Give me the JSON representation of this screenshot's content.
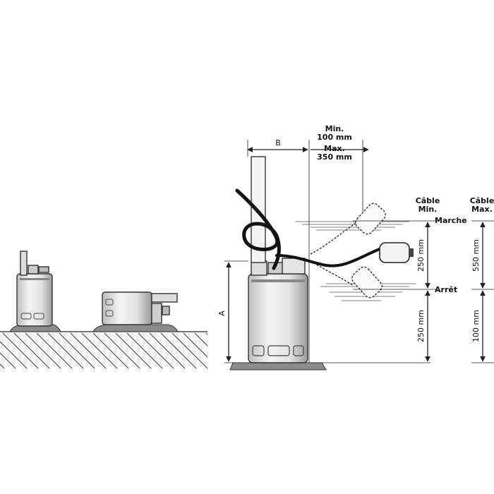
{
  "labels": {
    "min_max": [
      "Min.",
      "100 mm",
      "Max.",
      "350 mm"
    ],
    "b": "B",
    "a": "A",
    "cable_min": [
      "Câble",
      "Min."
    ],
    "cable_max": [
      "Câble",
      "Max."
    ],
    "marche": "Marche",
    "arret": "Arrêt",
    "dim_250_upper": "250 mm",
    "dim_250_lower": "250 mm",
    "dim_550": "550 mm",
    "dim_100": "100 mm"
  },
  "colors": {
    "ink": "#222222",
    "pump_fill": "#f2f2f2",
    "base_fill": "#8c8c8c",
    "float_fill": "#f4f4f4"
  }
}
